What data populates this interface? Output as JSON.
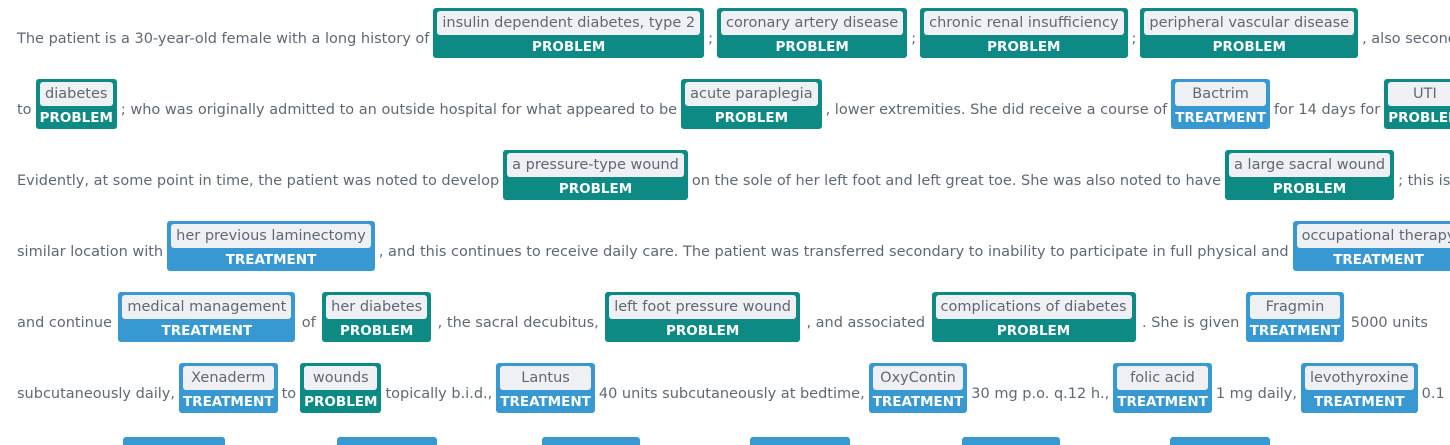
{
  "lines": [
    [
      {
        "t": "The patient is a 30-year-old female with a long history of"
      },
      {
        "e": "insulin dependent diabetes, type 2",
        "l": "PROBLEM"
      },
      {
        "t": ";"
      },
      {
        "e": "coronary artery disease",
        "l": "PROBLEM"
      },
      {
        "t": ";"
      },
      {
        "e": "chronic renal insufficiency",
        "l": "PROBLEM"
      },
      {
        "t": ";"
      },
      {
        "e": "peripheral vascular disease",
        "l": "PROBLEM"
      },
      {
        "t": ", also secondary"
      }
    ],
    [
      {
        "t": "to"
      },
      {
        "e": "diabetes",
        "l": "PROBLEM"
      },
      {
        "t": "; who was originally admitted to an outside hospital for what appeared to be"
      },
      {
        "e": "acute paraplegia",
        "l": "PROBLEM"
      },
      {
        "t": ", lower extremities. She did receive a course of"
      },
      {
        "e": "Bactrim",
        "l": "TREATMENT"
      },
      {
        "t": "for 14 days for"
      },
      {
        "e": "UTI",
        "l": "PROBLEM"
      },
      {
        "t": "."
      }
    ],
    [
      {
        "t": "Evidently, at some point in time, the patient was noted to develop"
      },
      {
        "e": "a pressure-type wound",
        "l": "PROBLEM"
      },
      {
        "t": "on the sole of her left foot and left great toe. She was also noted to have"
      },
      {
        "e": "a large sacral wound",
        "l": "PROBLEM"
      },
      {
        "t": "; this is in a"
      }
    ],
    [
      {
        "t": "similar location with"
      },
      {
        "e": "her previous laminectomy",
        "l": "TREATMENT"
      },
      {
        "t": ", and this continues to receive daily care. The patient was transferred secondary to inability to participate in full physical and"
      },
      {
        "e": "occupational therapy",
        "l": "TREATMENT"
      }
    ],
    [
      {
        "t": "and continue"
      },
      {
        "e": "medical management",
        "l": "TREATMENT"
      },
      {
        "t": "of"
      },
      {
        "e": "her diabetes",
        "l": "PROBLEM"
      },
      {
        "t": ", the sacral decubitus,"
      },
      {
        "e": "left foot pressure wound",
        "l": "PROBLEM"
      },
      {
        "t": ", and associated"
      },
      {
        "e": "complications of diabetes",
        "l": "PROBLEM"
      },
      {
        "t": ". She is given"
      },
      {
        "e": "Fragmin",
        "l": "TREATMENT"
      },
      {
        "t": "5000 units"
      }
    ],
    [
      {
        "t": "subcutaneously daily,"
      },
      {
        "e": "Xenaderm",
        "l": "TREATMENT"
      },
      {
        "t": "to"
      },
      {
        "e": "wounds",
        "l": "PROBLEM"
      },
      {
        "t": "topically b.i.d.,"
      },
      {
        "e": "Lantus",
        "l": "TREATMENT"
      },
      {
        "t": "40 units subcutaneously at bedtime,"
      },
      {
        "e": "OxyContin",
        "l": "TREATMENT"
      },
      {
        "t": "30 mg p.o. q.12 h.,"
      },
      {
        "e": "folic acid",
        "l": "TREATMENT"
      },
      {
        "t": "1 mg daily,"
      },
      {
        "e": "levothyroxine",
        "l": "TREATMENT"
      },
      {
        "t": "0.1"
      }
    ]
  ]
}
